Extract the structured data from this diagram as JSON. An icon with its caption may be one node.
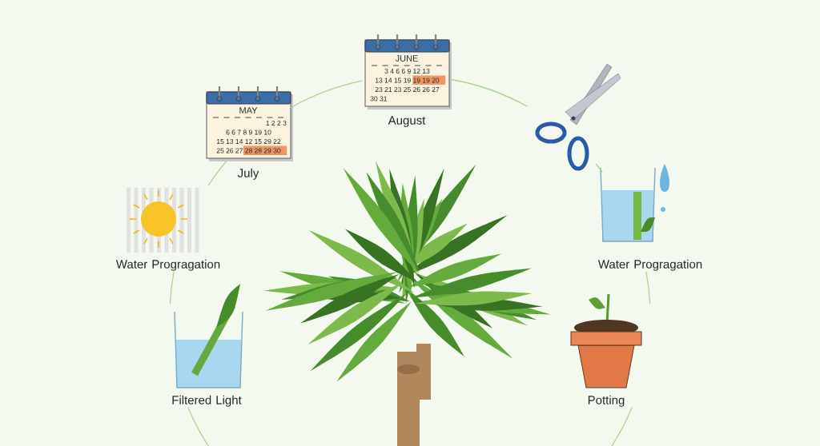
{
  "diagram": {
    "nodes": [
      {
        "text": [
          "August"
        ]
      },
      {
        "text": [],
        "shape": "picture"
      },
      {
        "text": [
          "Water Progragation"
        ]
      },
      {
        "text": [
          "Potting"
        ]
      },
      {
        "text": [
          "Filtered Light"
        ]
      },
      {
        "text": [
          "Water Progragation"
        ]
      },
      {
        "text": [
          "July"
        ]
      }
    ],
    "edges": [
      {
        "from": 0,
        "to": 1,
        "arrow": "none"
      },
      {
        "from": 1,
        "to": 2,
        "arrow": "none"
      },
      {
        "from": 2,
        "to": 3,
        "arrow": "none"
      },
      {
        "from": 3,
        "to": 4,
        "arrow": "none"
      },
      {
        "from": 4,
        "to": 5,
        "arrow": "none"
      },
      {
        "from": 5,
        "to": 6,
        "arrow": "none"
      },
      {
        "from": 6,
        "to": 0,
        "arrow": "none"
      }
    ],
    "labels": [
      "JUNE",
      "3 4 6 6 9 12 13",
      "13 14 15 19 19 19 20",
      "23 21 23 25 26 26 27",
      "30 31",
      "MAY",
      "1 2 2 3",
      "6 6 7 8 9 19 10",
      "15 13 14 12 15 29 22",
      "25 26 27 28 28 29 30"
    ]
  }
}
